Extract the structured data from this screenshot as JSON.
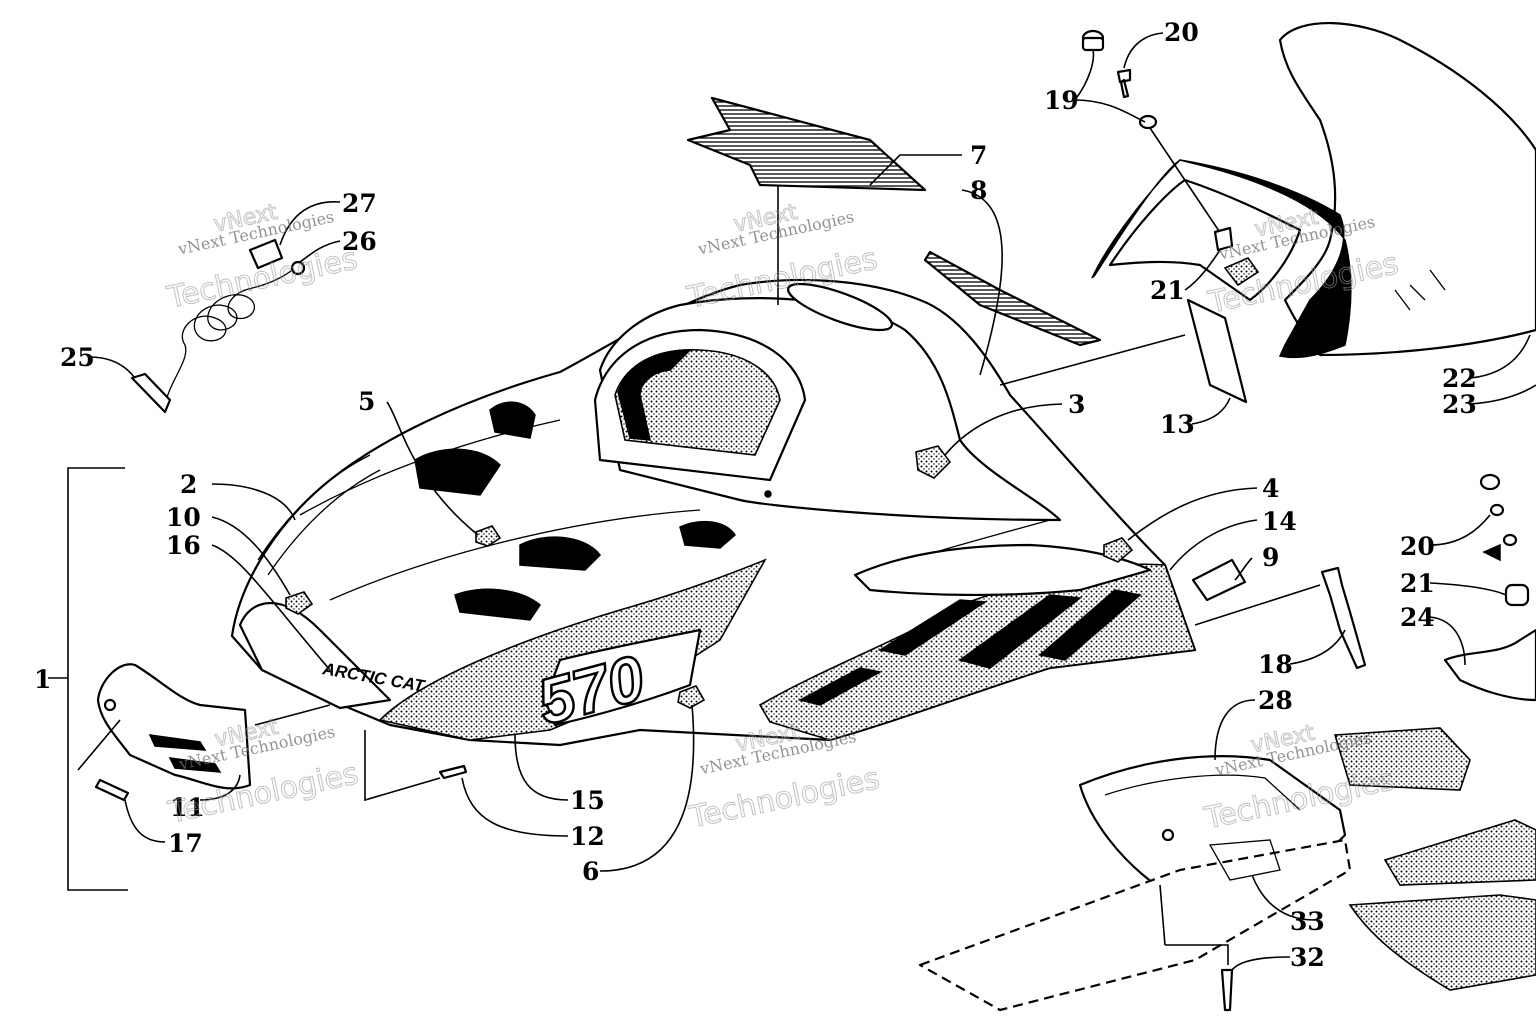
{
  "diagram": {
    "brand_text": "ARCTIC CAT",
    "model_text": "570",
    "watermark": {
      "line1": "vNext Technologies",
      "line2": "Technologies",
      "line3": "vNext"
    },
    "callouts": [
      {
        "id": "c1",
        "label": "1"
      },
      {
        "id": "c2",
        "label": "2"
      },
      {
        "id": "c3",
        "label": "3"
      },
      {
        "id": "c4",
        "label": "4"
      },
      {
        "id": "c5",
        "label": "5"
      },
      {
        "id": "c6",
        "label": "6"
      },
      {
        "id": "c7",
        "label": "7"
      },
      {
        "id": "c8",
        "label": "8"
      },
      {
        "id": "c9",
        "label": "9"
      },
      {
        "id": "c10",
        "label": "10"
      },
      {
        "id": "c11",
        "label": "11"
      },
      {
        "id": "c12",
        "label": "12"
      },
      {
        "id": "c13",
        "label": "13"
      },
      {
        "id": "c14",
        "label": "14"
      },
      {
        "id": "c15",
        "label": "15"
      },
      {
        "id": "c16",
        "label": "16"
      },
      {
        "id": "c17",
        "label": "17"
      },
      {
        "id": "c18",
        "label": "18"
      },
      {
        "id": "c19",
        "label": "19"
      },
      {
        "id": "c20a",
        "label": "20"
      },
      {
        "id": "c20b",
        "label": "20"
      },
      {
        "id": "c21a",
        "label": "21"
      },
      {
        "id": "c21b",
        "label": "21"
      },
      {
        "id": "c22",
        "label": "22"
      },
      {
        "id": "c23",
        "label": "23"
      },
      {
        "id": "c24",
        "label": "24"
      },
      {
        "id": "c25",
        "label": "25"
      },
      {
        "id": "c26",
        "label": "26"
      },
      {
        "id": "c27",
        "label": "27"
      },
      {
        "id": "c28",
        "label": "28"
      },
      {
        "id": "c32",
        "label": "32"
      },
      {
        "id": "c33",
        "label": "33"
      }
    ]
  }
}
